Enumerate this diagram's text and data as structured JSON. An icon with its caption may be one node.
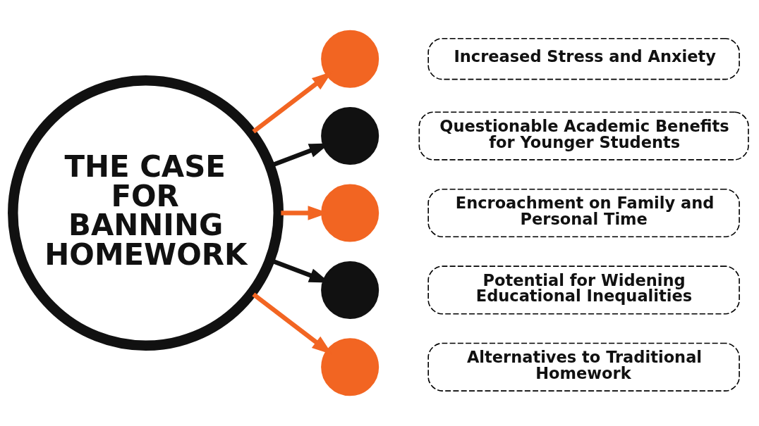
{
  "diagram": {
    "nodes": [
      {
        "text": [
          "THE CASE FOR BANNING HOMEWORK"
        ]
      },
      {
        "text": [],
        "shape": "circle"
      },
      {
        "text": [
          "Increased Stress and Anxiety"
        ]
      },
      {
        "text": [],
        "shape": "circle"
      },
      {
        "text": [
          "Questionable Academic Benefits for Younger Students"
        ]
      },
      {
        "text": [],
        "shape": "circle"
      },
      {
        "text": [
          "Encroachment on Family and Personal Time"
        ]
      },
      {
        "text": [],
        "shape": "circle"
      },
      {
        "text": [
          "Potential for Widening Educational Inequalities"
        ]
      },
      {
        "text": [],
        "shape": "circle"
      },
      {
        "text": [
          "Alternatives to Traditional Homework"
        ]
      }
    ],
    "edges": [
      {
        "from": 0,
        "to": 1,
        "arrow": "to"
      },
      {
        "from": 0,
        "to": 3,
        "arrow": "to",
        "color": "#111111"
      },
      {
        "from": 0,
        "to": 5,
        "arrow": "to"
      },
      {
        "from": 0,
        "to": 7,
        "arrow": "to",
        "color": "#111111"
      },
      {
        "from": 0,
        "to": 9,
        "arrow": "to"
      }
    ]
  }
}
